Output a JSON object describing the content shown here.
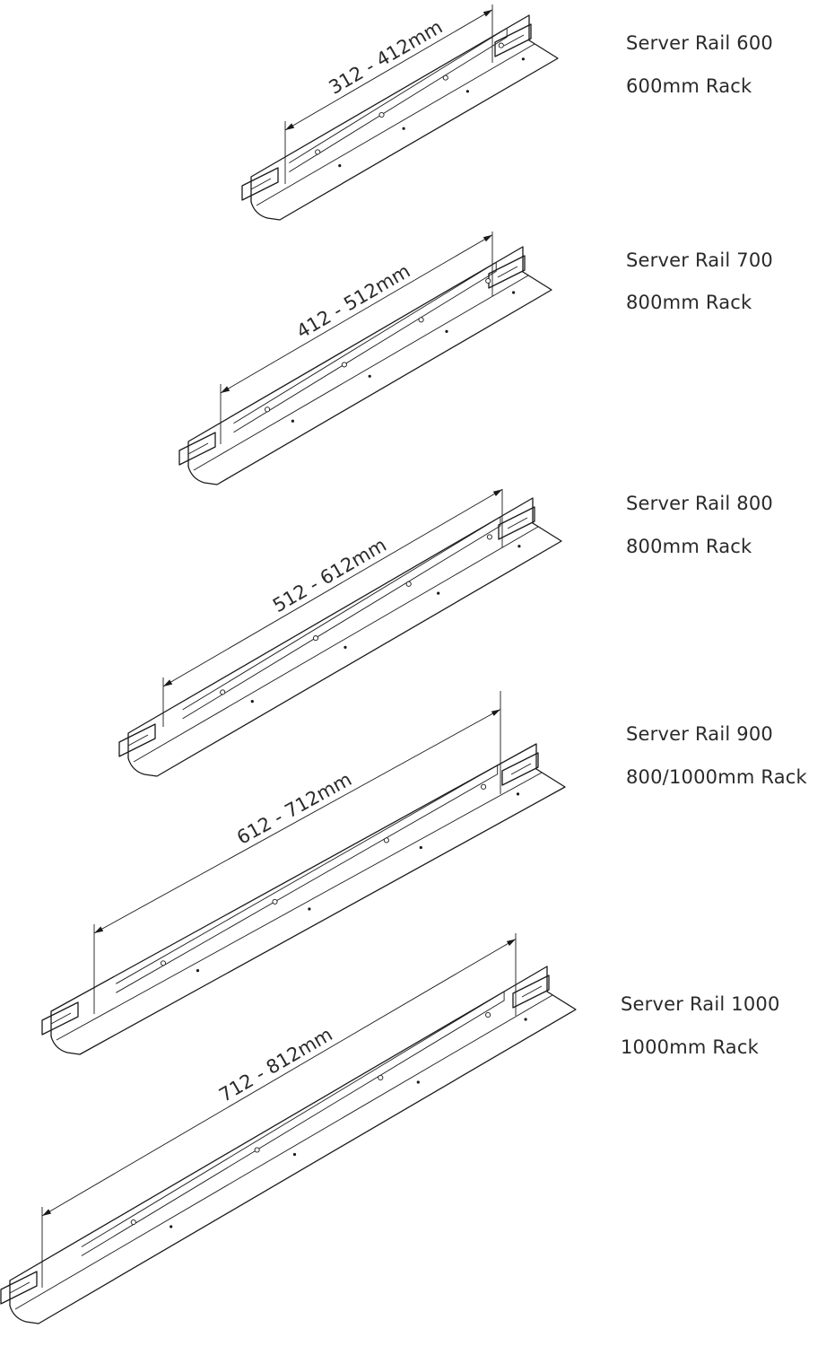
{
  "rails": [
    {
      "name": "Server Rail 600",
      "rack": "600mm Rack",
      "dimension": "312 - 412mm"
    },
    {
      "name": "Server Rail 700",
      "rack": "800mm Rack",
      "dimension": "412 - 512mm"
    },
    {
      "name": "Server Rail 800",
      "rack": "800mm Rack",
      "dimension": "512 - 612mm"
    },
    {
      "name": "Server Rail 900",
      "rack": "800/1000mm Rack",
      "dimension": "612 - 712mm"
    },
    {
      "name": "Server Rail 1000",
      "rack": "1000mm Rack",
      "dimension": "712 - 812mm"
    }
  ]
}
